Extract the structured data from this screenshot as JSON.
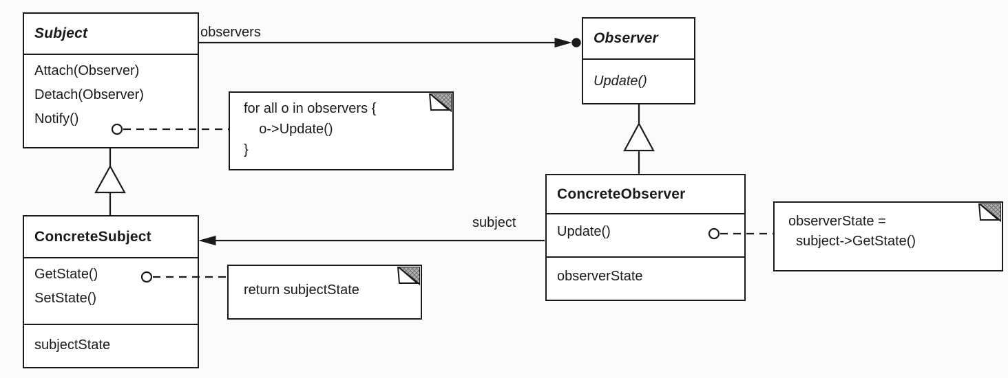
{
  "colors": {
    "line": "#1a1a1a",
    "page_bg": "#fbfbfa",
    "box_bg": "#ffffff",
    "fold_gray": "#b3b3b3"
  },
  "classes": {
    "subject": {
      "name": "Subject",
      "methods": [
        "Attach(Observer)",
        "Detach(Observer)",
        "Notify()"
      ]
    },
    "observer": {
      "name": "Observer",
      "methods": [
        "Update()"
      ]
    },
    "concrete_subject": {
      "name": "ConcreteSubject",
      "methods": [
        "GetState()",
        "SetState()"
      ],
      "attributes": [
        "subjectState"
      ]
    },
    "concrete_observer": {
      "name": "ConcreteObserver",
      "methods": [
        "Update()"
      ],
      "attributes": [
        "observerState"
      ]
    }
  },
  "relations": {
    "observers": {
      "label": "observers",
      "from": "Subject",
      "to": "Observer"
    },
    "subject_ref": {
      "label": "subject",
      "from": "ConcreteObserver",
      "to": "ConcreteSubject"
    },
    "subject_inheritance": {
      "from": "ConcreteSubject",
      "to": "Subject"
    },
    "observer_inheritance": {
      "from": "ConcreteObserver",
      "to": "Observer"
    }
  },
  "notes": {
    "notify": {
      "lines": [
        "for all o in observers {",
        "    o->Update()",
        "}"
      ],
      "attached_to": "Notify()"
    },
    "get_state": {
      "lines": [
        "return subjectState"
      ],
      "attached_to": "GetState()"
    },
    "update": {
      "lines": [
        "observerState =",
        "  subject->GetState()"
      ],
      "attached_to": "Update()"
    }
  }
}
